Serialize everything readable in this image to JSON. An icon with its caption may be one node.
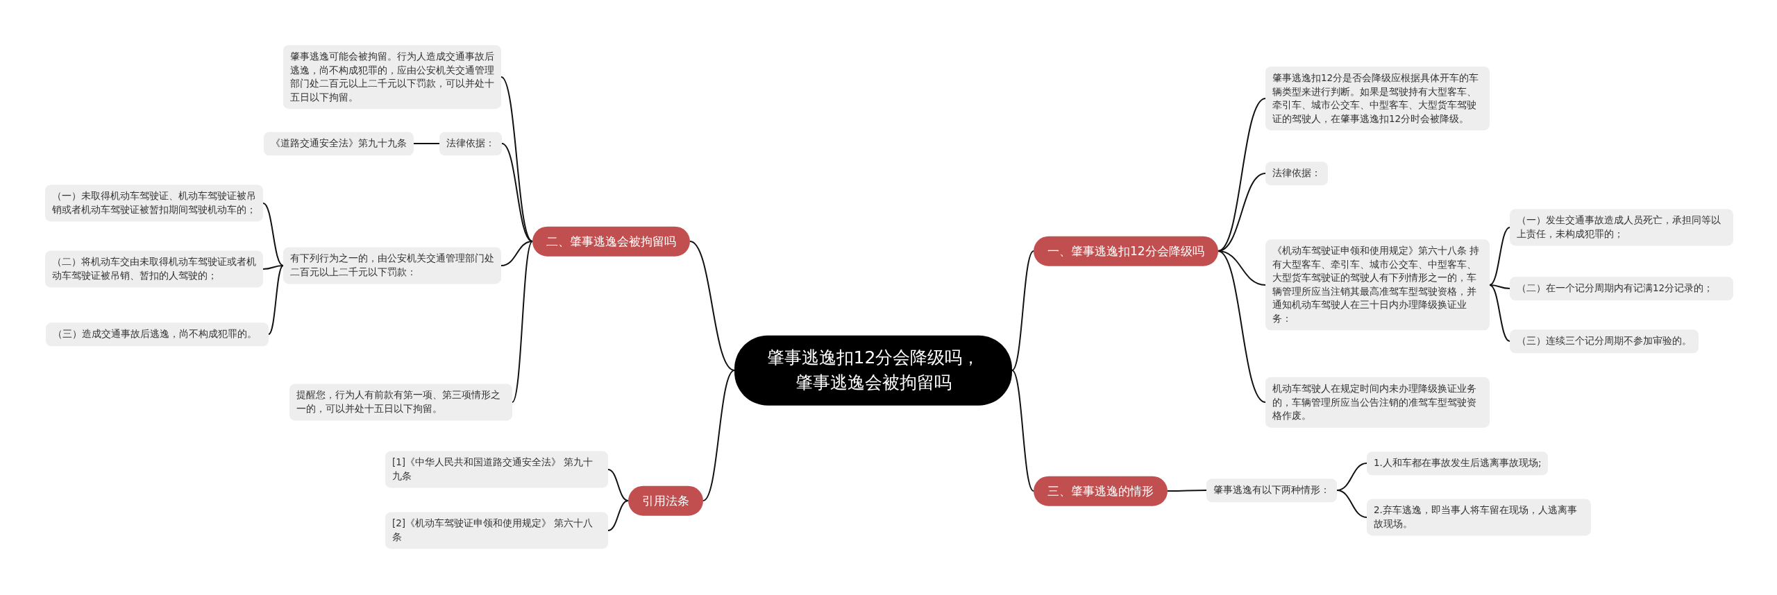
{
  "diagram": {
    "nodes": [
      {
        "text": [
          "肇事逃逸扣12分会降级吗，肇事逃逸会被拘留吗"
        ]
      },
      {
        "text": [
          "一、肇事逃逸扣12分会降级吗"
        ]
      },
      {
        "text": [
          "肇事逃逸扣12分是否会降级应根据具体开车的车辆类型来进行判断。如果是驾驶持有大型客车、牵引车、城市公交车、中型客车、大型货车驾驶证的驾驶人，在肇事逃逸扣12分时会被降级。"
        ]
      },
      {
        "text": [
          "法律依据："
        ]
      },
      {
        "text": [
          "《机动车驾驶证申领和使用规定》第六十八条 持有大型客车、牵引车、城市公交车、中型客车、大型货车驾驶证的驾驶人有下列情形之一的，车辆管理所应当注销其最高准驾车型驾驶资格，并通知机动车驾驶人在三十日内办理降级换证业务："
        ]
      },
      {
        "text": [
          "（一）发生交通事故造成人员死亡，承担同等以上责任，未构成犯罪的；"
        ]
      },
      {
        "text": [
          "（二）在一个记分周期内有记满12分记录的；"
        ]
      },
      {
        "text": [
          "（三）连续三个记分周期不参加审验的。"
        ]
      },
      {
        "text": [
          "机动车驾驶人在规定时间内未办理降级换证业务的，车辆管理所应当公告注销的准驾车型驾驶资格作废。"
        ]
      },
      {
        "text": [
          "三、肇事逃逸的情形"
        ]
      },
      {
        "text": [
          "肇事逃逸有以下两种情形："
        ]
      },
      {
        "text": [
          "1.人和车都在事故发生后逃离事故现场;"
        ]
      },
      {
        "text": [
          "2.弃车逃逸，即当事人将车留在现场，人逃离事故现场。"
        ]
      },
      {
        "text": [
          "二、肇事逃逸会被拘留吗"
        ]
      },
      {
        "text": [
          "肇事逃逸可能会被拘留。行为人造成交通事故后逃逸，尚不构成犯罪的，应由公安机关交通管理部门处二百元以上二千元以下罚款，可以并处十五日以下拘留。"
        ]
      },
      {
        "text": [
          "法律依据："
        ]
      },
      {
        "text": [
          "《道路交通安全法》第九十九条"
        ]
      },
      {
        "text": [
          "有下列行为之一的，由公安机关交通管理部门处二百元以上二千元以下罚款："
        ]
      },
      {
        "text": [
          "（一）未取得机动车驾驶证、机动车驾驶证被吊销或者机动车驾驶证被暂扣期间驾驶机动车的；"
        ]
      },
      {
        "text": [
          "（二）将机动车交由未取得机动车驾驶证或者机动车驾驶证被吊销、暂扣的人驾驶的；"
        ]
      },
      {
        "text": [
          "（三）造成交通事故后逃逸，尚不构成犯罪的。"
        ]
      },
      {
        "text": [
          "提醒您，行为人有前款有第一项、第三项情形之一的，可以并处十五日以下拘留。"
        ]
      },
      {
        "text": [
          "引用法条"
        ]
      },
      {
        "text": [
          "[1]《中华人民共和国道路交通安全法》 第九十九条"
        ]
      },
      {
        "text": [
          "[2]《机动车驾驶证申领和使用规定》 第六十八条"
        ]
      }
    ],
    "edges": [
      {
        "from": 0,
        "to": 1,
        "arrow": "none"
      },
      {
        "from": 0,
        "to": 9,
        "arrow": "none"
      },
      {
        "from": 0,
        "to": 13,
        "arrow": "none"
      },
      {
        "from": 0,
        "to": 22,
        "arrow": "none"
      },
      {
        "from": 1,
        "to": 2,
        "arrow": "none"
      },
      {
        "from": 1,
        "to": 3,
        "arrow": "none"
      },
      {
        "from": 1,
        "to": 4,
        "arrow": "none"
      },
      {
        "from": 1,
        "to": 8,
        "arrow": "none"
      },
      {
        "from": 4,
        "to": 5,
        "arrow": "none"
      },
      {
        "from": 4,
        "to": 6,
        "arrow": "none"
      },
      {
        "from": 4,
        "to": 7,
        "arrow": "none"
      },
      {
        "from": 9,
        "to": 10,
        "arrow": "none"
      },
      {
        "from": 10,
        "to": 11,
        "arrow": "none"
      },
      {
        "from": 10,
        "to": 12,
        "arrow": "none"
      },
      {
        "from": 13,
        "to": 14,
        "arrow": "none"
      },
      {
        "from": 13,
        "to": 15,
        "arrow": "none"
      },
      {
        "from": 13,
        "to": 17,
        "arrow": "none"
      },
      {
        "from": 13,
        "to": 21,
        "arrow": "none"
      },
      {
        "from": 15,
        "to": 16,
        "arrow": "none"
      },
      {
        "from": 17,
        "to": 18,
        "arrow": "none"
      },
      {
        "from": 17,
        "to": 19,
        "arrow": "none"
      },
      {
        "from": 17,
        "to": 20,
        "arrow": "none"
      },
      {
        "from": 22,
        "to": 23,
        "arrow": "none"
      },
      {
        "from": 22,
        "to": 24,
        "arrow": "none"
      }
    ]
  }
}
